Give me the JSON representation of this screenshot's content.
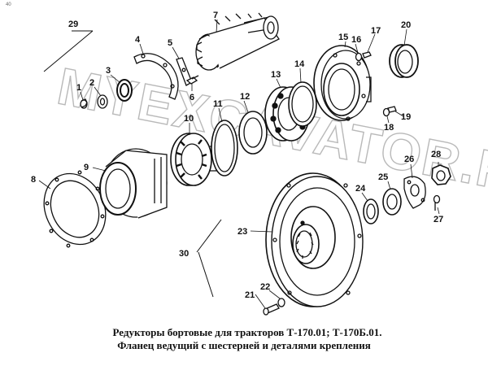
{
  "corner_mark": "40",
  "watermark": "MYEXCAVATOR.RU",
  "caption": {
    "line1": "Редукторы бортовые для тракторов Т-170.01; Т-170Б.01.",
    "line2": "Фланец ведущий с шестерней и деталями крепления"
  },
  "callouts": [
    "1",
    "2",
    "3",
    "4",
    "5",
    "6",
    "7",
    "8",
    "9",
    "10",
    "11",
    "12",
    "13",
    "14",
    "15",
    "16",
    "17",
    "18",
    "19",
    "20",
    "21",
    "22",
    "23",
    "24",
    "25",
    "26",
    "27",
    "28",
    "29",
    "30"
  ]
}
